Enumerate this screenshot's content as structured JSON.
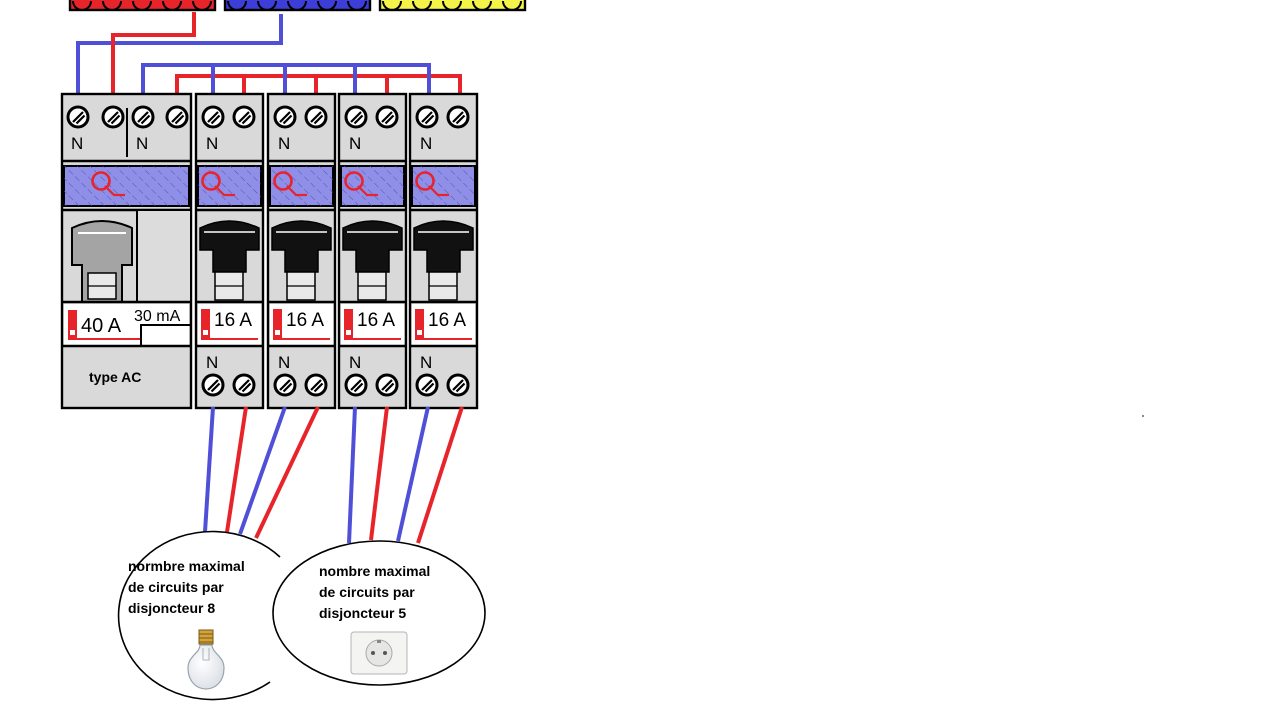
{
  "colors": {
    "phase": "#e8242b",
    "neutral": "#4f4fd8",
    "red_bar": "#e8242b",
    "blue_bar": "#3d3dd8",
    "yellow_bar": "#f3f34a",
    "band": "#8f8fe8"
  },
  "top_bars": [
    {
      "name": "red-busbar"
    },
    {
      "name": "blue-busbar"
    },
    {
      "name": "yellow-busbar"
    }
  ],
  "differential": {
    "terminal_labels": [
      "N",
      "N"
    ],
    "rating": "40 A",
    "sensitivity": "30 mA",
    "type_label": "type AC"
  },
  "breakers": [
    {
      "top_label": "N",
      "rating": "16 A",
      "bottom_label": "N"
    },
    {
      "top_label": "N",
      "rating": "16 A",
      "bottom_label": "N"
    },
    {
      "top_label": "N",
      "rating": "16 A",
      "bottom_label": "N"
    },
    {
      "top_label": "N",
      "rating": "16 A",
      "bottom_label": "N"
    }
  ],
  "notes": [
    {
      "lines": [
        "normbre maximal",
        "de circuits par",
        "disjoncteur 8"
      ],
      "icon": "light-bulb-icon"
    },
    {
      "lines": [
        "nombre maximal",
        "de circuits par",
        "disjoncteur 5"
      ],
      "icon": "power-socket-icon"
    }
  ]
}
